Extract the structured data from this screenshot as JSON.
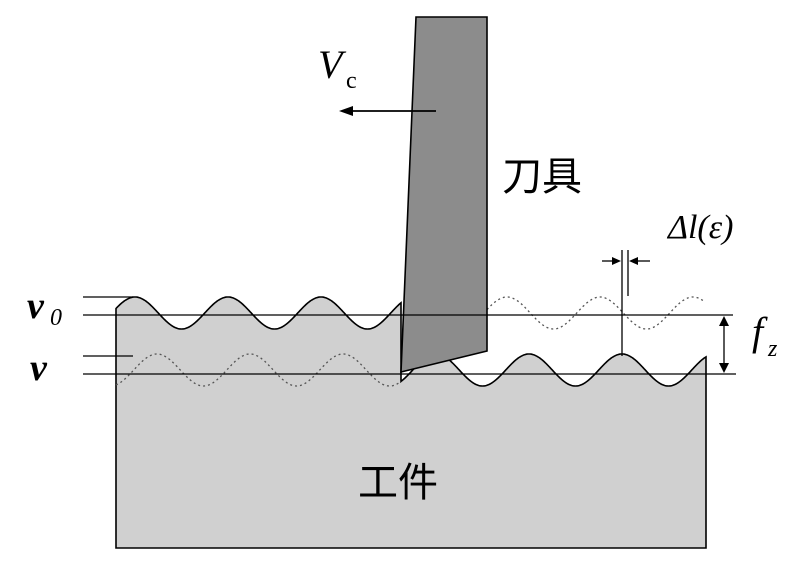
{
  "labels": {
    "cutting_speed": "V",
    "cutting_speed_sub": "c",
    "tool": "刀具",
    "workpiece": "工件",
    "delta": "Δl(ε)",
    "v0_main": "v",
    "v0_sub": "0",
    "v": "v",
    "fz_main": "f",
    "fz_sub": "z"
  },
  "colors": {
    "tool_fill": "#8c8c8c",
    "workpiece_fill": "#d0d0d0",
    "line": "#000000",
    "dotted": "#555555"
  }
}
